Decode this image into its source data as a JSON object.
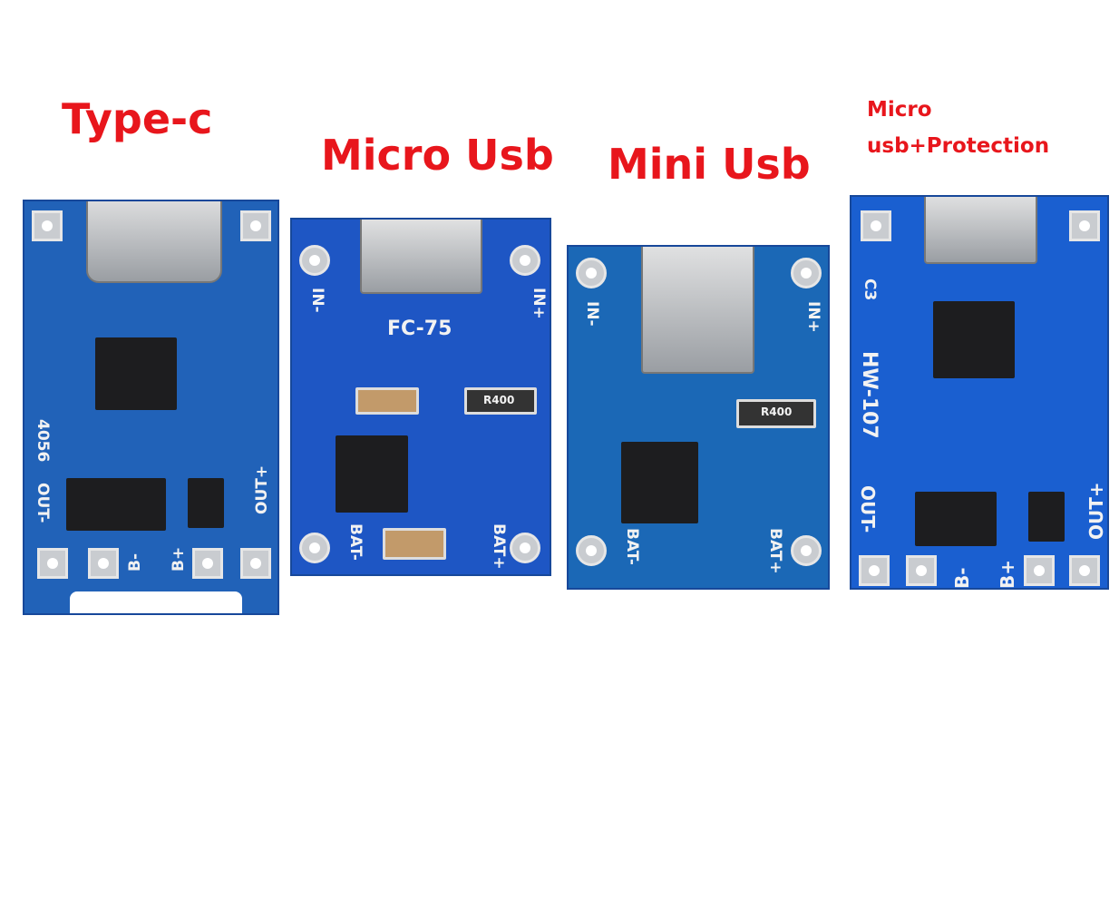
{
  "titles": {
    "type_c": "Type-c",
    "micro_usb": "Micro Usb",
    "mini_usb": "Mini Usb",
    "micro_protection_line1": "Micro",
    "micro_protection_line2": "usb+Protection"
  },
  "boards": {
    "type_c": {
      "label_4056": "4056",
      "out_minus": "OUT-",
      "out_plus": "OUT+",
      "b_minus": "B-",
      "b_plus": "B+"
    },
    "micro_usb": {
      "model": "FC-75",
      "in_minus": "IN-",
      "in_plus": "IN+",
      "bat_minus": "BAT-",
      "bat_plus": "BAT+",
      "resistor": "R400"
    },
    "mini_usb": {
      "in_minus": "IN-",
      "in_plus": "IN+",
      "bat_minus": "BAT-",
      "bat_plus": "BAT+",
      "resistor": "R400"
    },
    "micro_protection": {
      "model": "HW-107",
      "out_minus": "OUT-",
      "out_plus": "OUT+",
      "b_minus": "B-",
      "b_plus": "B+",
      "c3": "C3"
    }
  },
  "colors": {
    "title": "#e8161c",
    "pcb": "#1f5fb8"
  }
}
